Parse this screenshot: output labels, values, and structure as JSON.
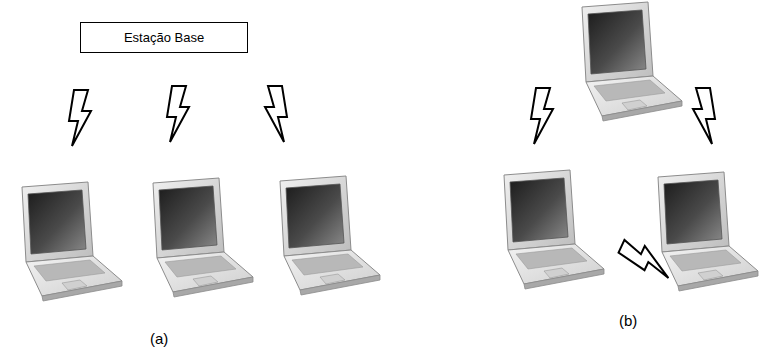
{
  "diagram": {
    "nodes": [
      {
        "text": [
          "Estação Base"
        ]
      }
    ],
    "labels": [
      "(a)",
      "(b)"
    ]
  }
}
